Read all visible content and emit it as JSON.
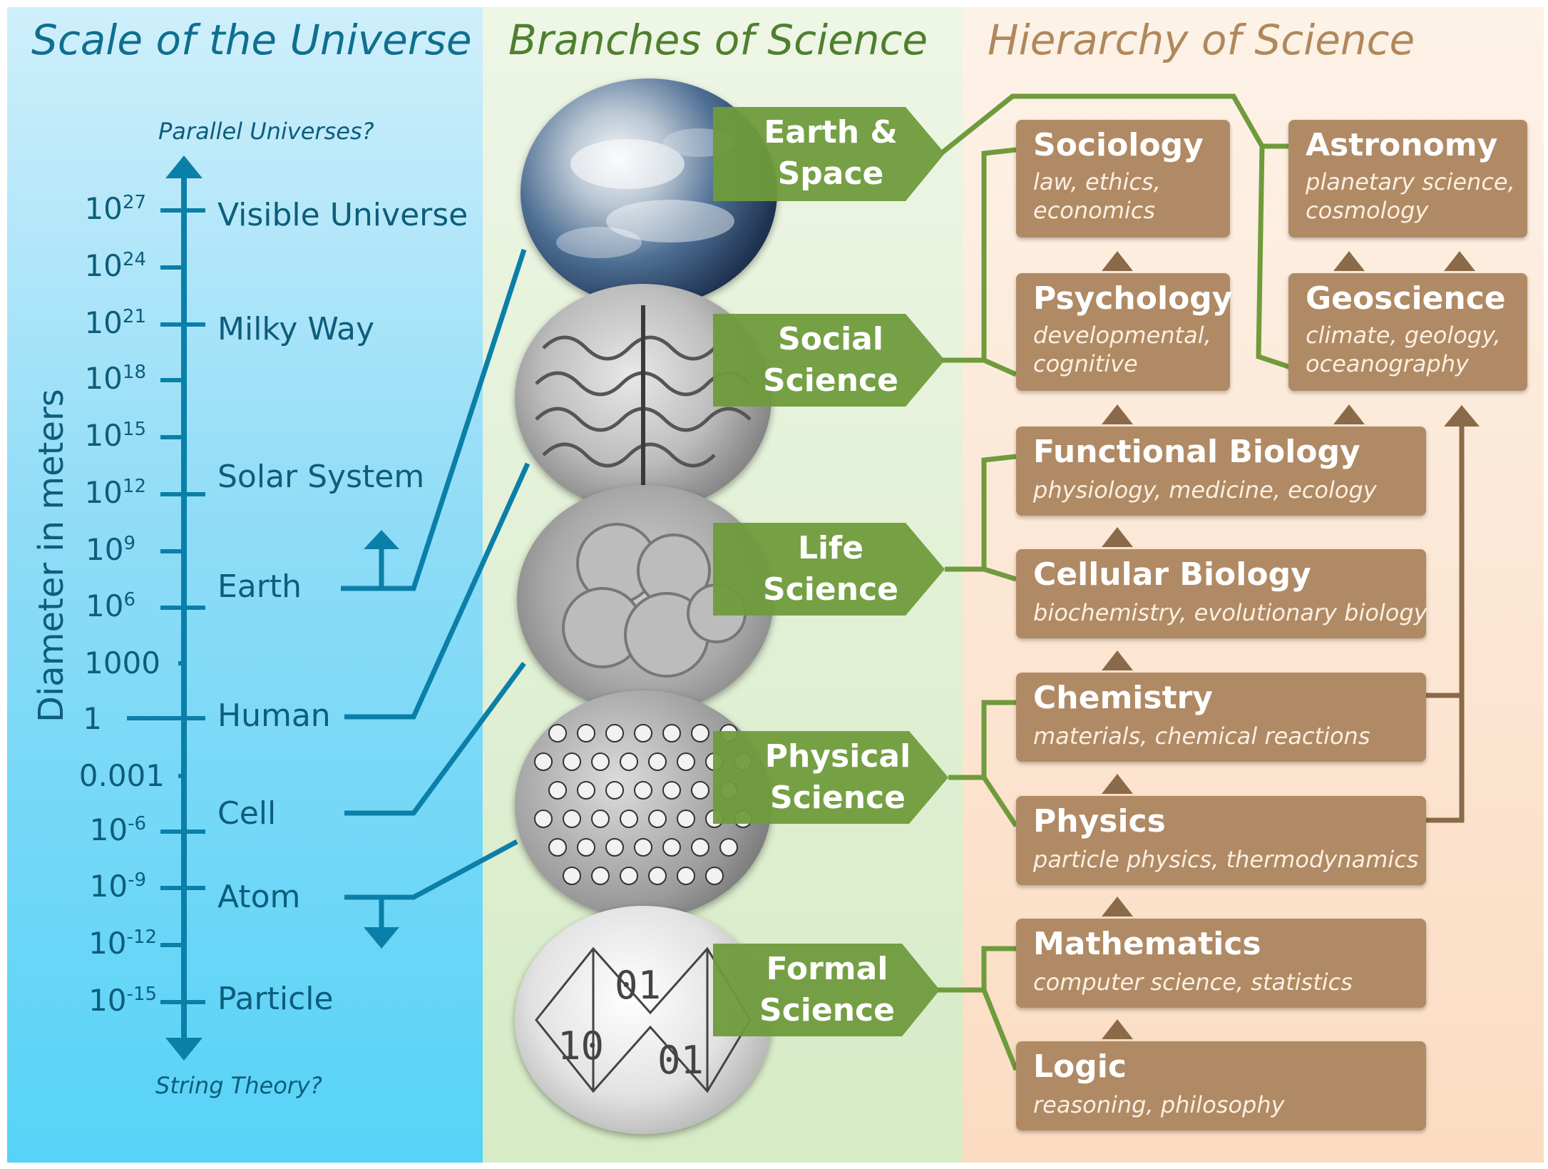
{
  "panels": {
    "scale_title": "Scale of the Universe",
    "branches_title": "Branches of Science",
    "hierarchy_title": "Hierarchy of Science"
  },
  "scale": {
    "axis_title": "Diameter in meters",
    "top_note": "Parallel Universes?",
    "bottom_note": "String Theory?",
    "ticks": [
      {
        "base": "10",
        "exp": "27"
      },
      {
        "base": "10",
        "exp": "24"
      },
      {
        "base": "10",
        "exp": "21"
      },
      {
        "base": "10",
        "exp": "18"
      },
      {
        "base": "10",
        "exp": "15"
      },
      {
        "base": "10",
        "exp": "12"
      },
      {
        "base": "10",
        "exp": "9"
      },
      {
        "base": "10",
        "exp": "6"
      },
      {
        "base": "1000",
        "exp": ""
      },
      {
        "base": "1",
        "exp": ""
      },
      {
        "base": "0.001",
        "exp": ""
      },
      {
        "base": "10",
        "exp": "-6"
      },
      {
        "base": "10",
        "exp": "-9"
      },
      {
        "base": "10",
        "exp": "-12"
      },
      {
        "base": "10",
        "exp": "-15"
      }
    ],
    "objects": [
      "Visible Universe",
      "Milky Way",
      "Solar System",
      "Earth",
      "Human",
      "Cell",
      "Atom",
      "Particle"
    ]
  },
  "branches": [
    {
      "line1": "Earth &",
      "line2": "Space"
    },
    {
      "line1": "Social",
      "line2": "Science"
    },
    {
      "line1": "Life",
      "line2": "Science"
    },
    {
      "line1": "Physical",
      "line2": "Science"
    },
    {
      "line1": "Formal",
      "line2": "Science"
    }
  ],
  "sphere_icons": [
    "earth-globe-icon",
    "brain-icon",
    "cell-cluster-icon",
    "atom-lattice-icon",
    "binary-sphere-icon"
  ],
  "hierarchy": {
    "sociology": {
      "title": "Sociology",
      "sub1": "law, ethics,",
      "sub2": "economics"
    },
    "astronomy": {
      "title": "Astronomy",
      "sub1": "planetary science,",
      "sub2": "cosmology"
    },
    "psychology": {
      "title": "Psychology",
      "sub1": "developmental,",
      "sub2": "cognitive"
    },
    "geoscience": {
      "title": "Geoscience",
      "sub1": "climate, geology,",
      "sub2": "oceanography"
    },
    "functional_biology": {
      "title": "Functional Biology",
      "sub1": "physiology, medicine, ecology"
    },
    "cellular_biology": {
      "title": "Cellular Biology",
      "sub1": "biochemistry, evolutionary biology"
    },
    "chemistry": {
      "title": "Chemistry",
      "sub1": "materials, chemical reactions"
    },
    "physics": {
      "title": "Physics",
      "sub1": "particle physics, thermodynamics"
    },
    "mathematics": {
      "title": "Mathematics",
      "sub1": "computer science, statistics"
    },
    "logic": {
      "title": "Logic",
      "sub1": "reasoning, philosophy"
    }
  },
  "colors": {
    "scale_blue": "#0d5d7b",
    "line_blue": "#0a7fa8",
    "branch_green": "#6f9b3c",
    "box_brown": "#b08a64",
    "arrow_brown": "#8a6a48"
  }
}
